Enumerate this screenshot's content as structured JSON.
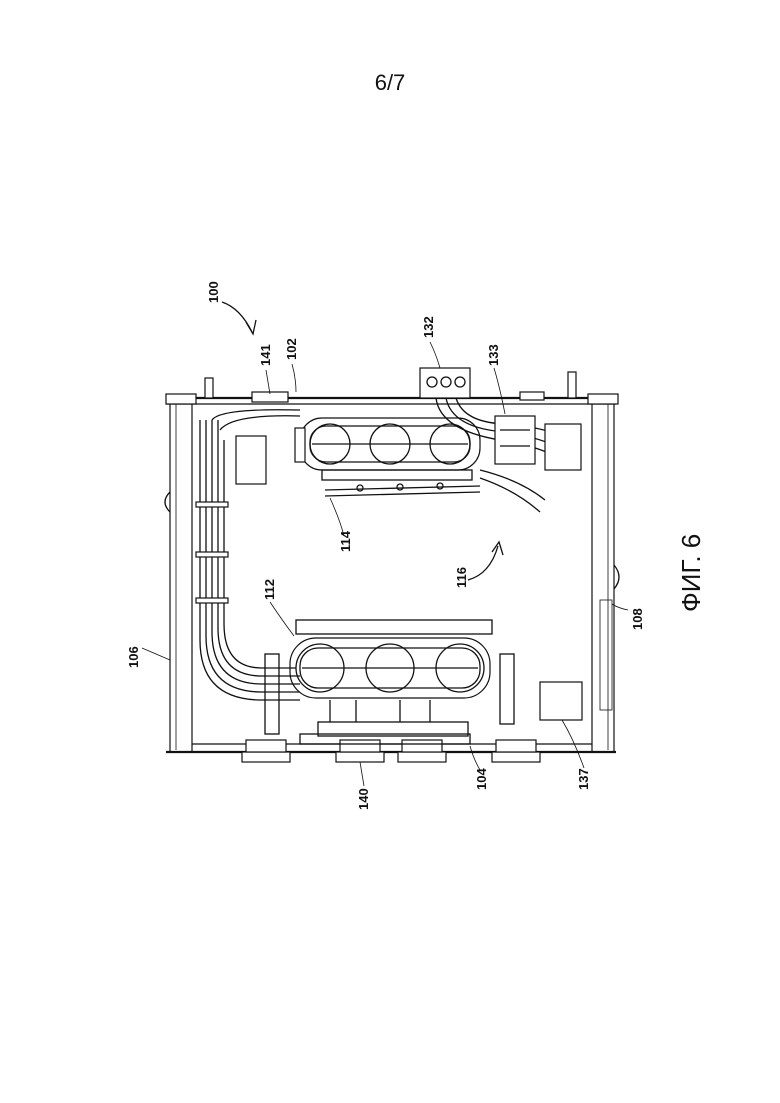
{
  "sheet": {
    "number": "6/7"
  },
  "figure": {
    "caption": "ФИГ. 6"
  },
  "reference_numerals": [
    "100",
    "102",
    "104",
    "106",
    "108",
    "112",
    "114",
    "116",
    "132",
    "133",
    "137",
    "140",
    "141"
  ]
}
